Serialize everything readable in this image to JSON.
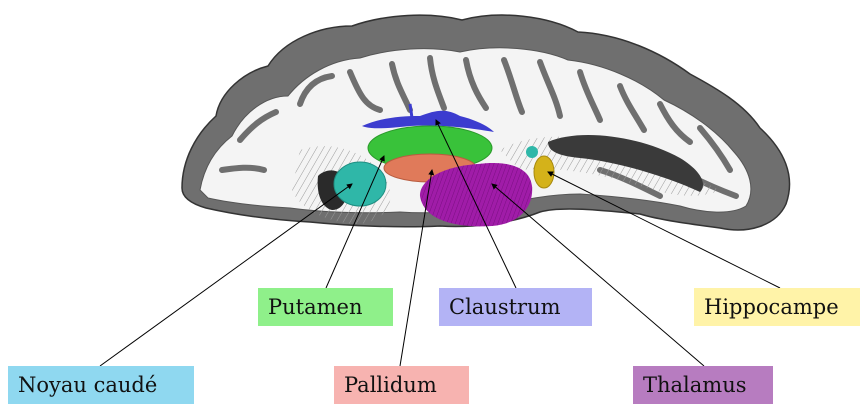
{
  "labels": {
    "noyau_caude": {
      "text": "Noyau caudé",
      "color": "#8fd8f0"
    },
    "putamen": {
      "text": "Putamen",
      "color": "#8ff08a"
    },
    "pallidum": {
      "text": "Pallidum",
      "color": "#f7b3b0"
    },
    "claustrum": {
      "text": "Claustrum",
      "color": "#b3b3f5"
    },
    "thalamus": {
      "text": "Thalamus",
      "color": "#b77cc0"
    },
    "hippocampe": {
      "text": "Hippocampe",
      "color": "#fff3a8"
    }
  },
  "colors": {
    "cortex_gray": "#6f6f6f",
    "white_matter": "#f4f4f4",
    "caudate_region": "#2fb7a8",
    "putamen_region": "#39c23a",
    "pallidum_region": "#e07a5a",
    "thalamus_region": "#a01ca8",
    "claustrum_region": "#3c3ccf",
    "hippocampus_region": "#d4b21a"
  }
}
